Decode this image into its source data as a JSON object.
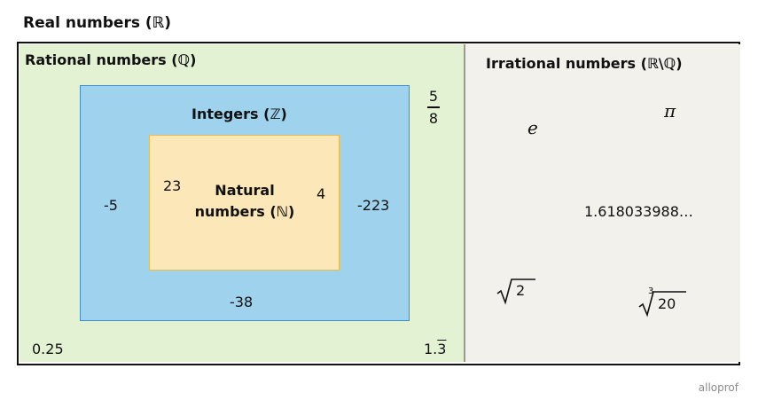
{
  "title": "Real numbers (ℝ)",
  "rational": {
    "label": "Rational numbers (ℚ)",
    "examples": {
      "frac_num": "5",
      "frac_den": "8",
      "decimal": "0.25",
      "repeating_int": "1.",
      "repeating_digit": "3"
    }
  },
  "integers": {
    "label": "Integers (ℤ)",
    "examples": {
      "neg5": "-5",
      "neg223": "-223",
      "neg38": "-38"
    }
  },
  "natural": {
    "label_line1": "Natural",
    "label_line2": "numbers (ℕ)",
    "examples": {
      "n23": "23",
      "n4": "4"
    }
  },
  "irrational": {
    "label": "Irrational numbers (ℝ\\ℚ)",
    "examples": {
      "e": "e",
      "pi": "π",
      "phi": "1.618033988…",
      "sqrt2_radicand": "2",
      "cbrt20_index": "3",
      "cbrt20_radicand": "20"
    }
  },
  "watermark": "alloprof"
}
